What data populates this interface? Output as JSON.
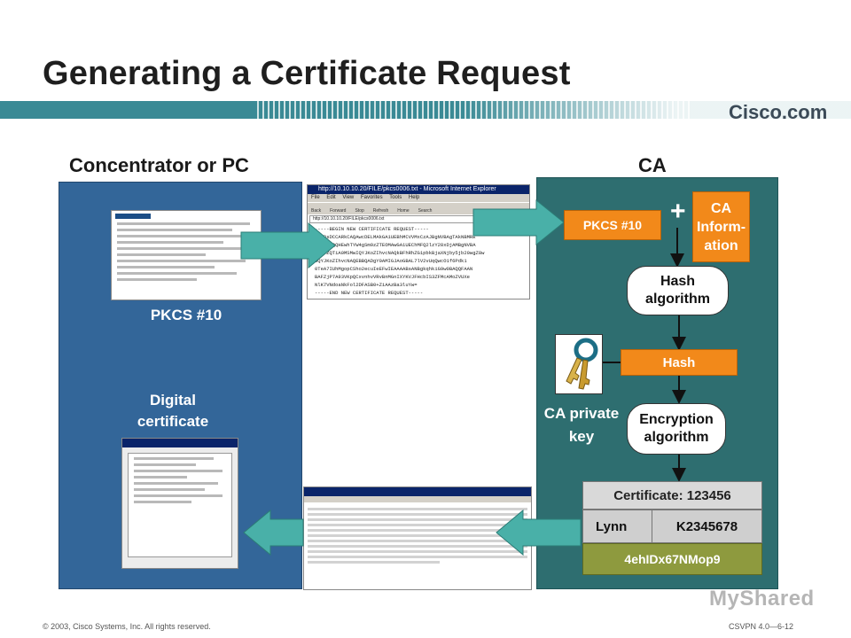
{
  "slide": {
    "title": "Generating a Certificate Request",
    "logo": "Cisco.com",
    "footer_left": "© 2003, Cisco Systems, Inc. All rights reserved.",
    "footer_right": "CSVPN 4.0—6-12",
    "watermark": "MyShared"
  },
  "left": {
    "heading": "Concentrator or PC",
    "pkcs_label": "PKCS #10",
    "digital_cert_label": "Digital certificate"
  },
  "browser": {
    "title": "http://10.10.10.20/FILE/pkcs0006.txt - Microsoft Internet Explorer",
    "address": "http://10.10.10.20/FILE/pkcs0006.txt",
    "menu": [
      "File",
      "Edit",
      "View",
      "Favorites",
      "Tools",
      "Help"
    ],
    "toolbar": [
      "Back",
      "Forward",
      "Stop",
      "Refresh",
      "Home",
      "Search"
    ],
    "content": [
      "-----BEGIN NEW CERTIFICATE REQUEST-----",
      "MIIBsDCCARkCAQAwcDELMAkGA1UEBhMCVVMxCzAJBgNVBAgTAkNBMRE",
      "wDwYDVQQHEwhTYW4gSm9zZTEOMAwGA1UEChMFQ2lzY28xDjAMBgNVBA",
      "sTBVZQTiA0MSMwIQYJKoZIhvcNAQkBFhRhZG1pbkBjaXNjby5jb20wgZ8w",
      "DQYJKoZIhvcNAQEBBQADgY0AMIGJAoGBAL7lV2vUqQwcO1f6Pdk1",
      "0TeA7IUhMgopCSho2ecuIeEFwIEAAAABsANBgkqhkiG9w0BAQQFAAN",
      "BAFZjP7A93VKpQCxvnhvVRvBnMGnIXYKVJFHcbIS3ZFMcAMoZVUXe",
      "NlK7VNdoaNkFol2DFASB0+ZiAAzBa3luYw=",
      "-----END NEW CERTIFICATE REQUEST-----"
    ]
  },
  "ca": {
    "heading": "CA",
    "pkcs_label": "PKCS #10",
    "plus": "+",
    "ca_info": "CA Inform- ation",
    "hash_algorithm": "Hash algorithm",
    "hash": "Hash",
    "encryption_algorithm": "Encryption algorithm",
    "private_key": "CA private key",
    "certificate": {
      "header": "Certificate: 123456",
      "name": "Lynn",
      "key": "K2345678",
      "signature": "4ehIDx67NMop9"
    }
  },
  "colors": {
    "title_bar": "#3a8a95",
    "left_panel": "#336699",
    "ca_panel": "#2e6e70",
    "orange": "#f2891a",
    "arrow": "#49b0a8",
    "signature_bar": "#8e9a3e"
  }
}
